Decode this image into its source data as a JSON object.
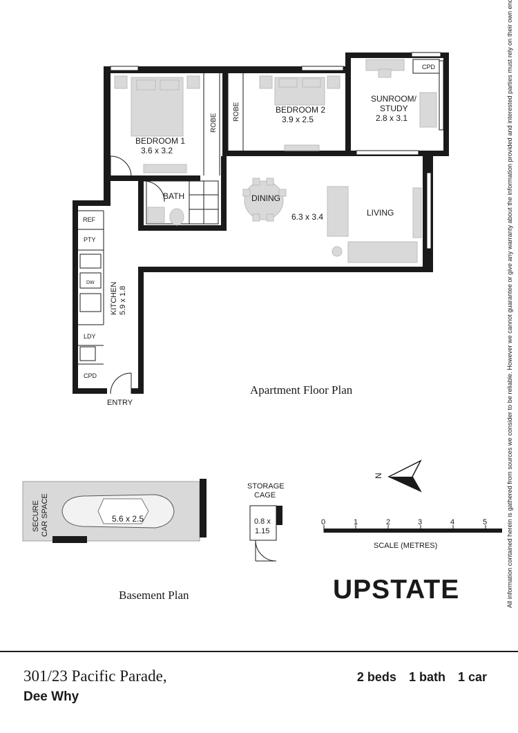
{
  "floor_plan": {
    "title": "Apartment Floor Plan",
    "rooms": {
      "bedroom1_name": "BEDROOM 1",
      "bedroom1_size": "3.6 x 3.2",
      "bedroom2_name": "BEDROOM 2",
      "bedroom2_size": "3.9 x 2.5",
      "sunroom_name_line1": "SUNROOM/",
      "sunroom_name_line2": "STUDY",
      "sunroom_size": "2.8 x 3.1",
      "robe1": "ROBE",
      "robe2": "ROBE",
      "bath": "BATH",
      "dining": "DINING",
      "living_size": "6.3 x 3.4",
      "living": "LIVING",
      "kitchen_name": "KITCHEN",
      "kitchen_size": "5.9 x 1.8",
      "ref": "REF",
      "pty": "PTY",
      "dw": "DW",
      "ldy": "LDY",
      "cpd_kitchen": "CPD",
      "cpd_sunroom": "CPD",
      "entry": "ENTRY"
    }
  },
  "basement": {
    "title": "Basement Plan",
    "car_space_line1": "SECURE",
    "car_space_line2": "CAR SPACE",
    "car_size": "5.6 x 2.5",
    "storage_line1": "STORAGE",
    "storage_line2": "CAGE",
    "storage_size_line1": "0.8 x",
    "storage_size_line2": "1.15"
  },
  "compass": {
    "north_label": "N"
  },
  "scale": {
    "ticks": [
      "0",
      "1",
      "2",
      "3",
      "4",
      "5"
    ],
    "caption": "SCALE (METRES)"
  },
  "brand": "UPSTATE",
  "listing": {
    "address_line1": "301/23 Pacific Parade,",
    "address_line2": "Dee Why",
    "beds": "2 beds",
    "baths": "1 bath",
    "cars": "1 car"
  },
  "disclaimer": "All information contained herein is gathered from sources we consider to be reliable. However we cannot guarantee or give any warranty about the information provided and interested parties must rely on their own enquiries."
}
